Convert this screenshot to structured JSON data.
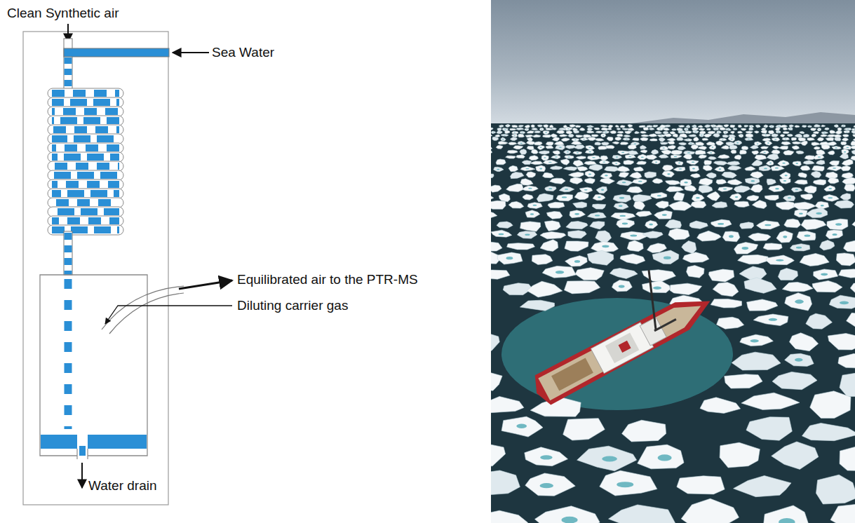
{
  "diagram": {
    "labels": [
      "Clean Synthetic air",
      "Sea Water",
      "Equilibrated air to the PTR-MS",
      "Diluting carrier gas",
      "Water drain"
    ]
  }
}
